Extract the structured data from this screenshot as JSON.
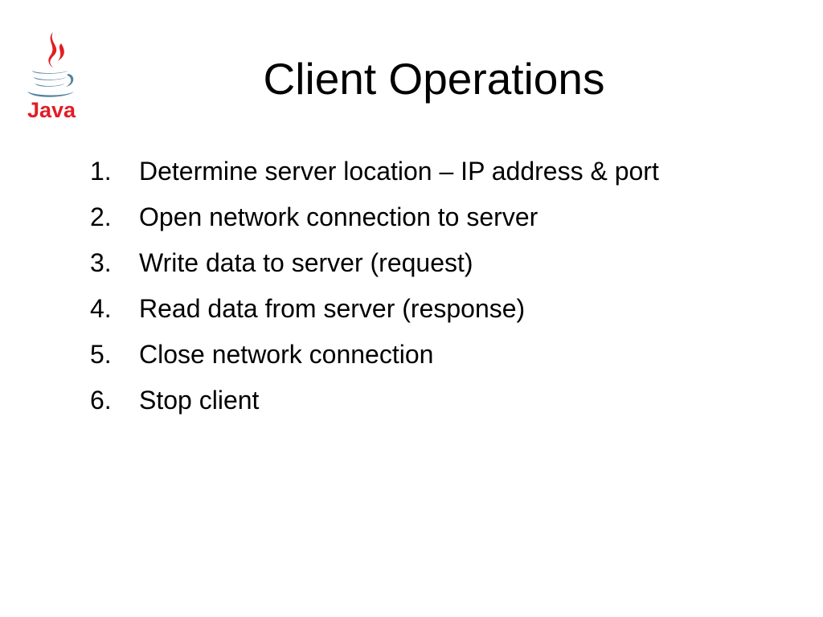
{
  "slide": {
    "title": "Client Operations",
    "logo_text": "Java",
    "steps": [
      {
        "num": "1.",
        "text": "Determine server location – IP address & port"
      },
      {
        "num": "2.",
        "text": "Open network connection to server"
      },
      {
        "num": "3.",
        "text": "Write data to server (request)"
      },
      {
        "num": "4.",
        "text": "Read data from server (response)"
      },
      {
        "num": "5.",
        "text": "Close network connection"
      },
      {
        "num": "6.",
        "text": "Stop client"
      }
    ]
  },
  "colors": {
    "logo_red": "#e11d26",
    "logo_blue": "#5382a1",
    "text": "#000000",
    "background": "#ffffff"
  }
}
